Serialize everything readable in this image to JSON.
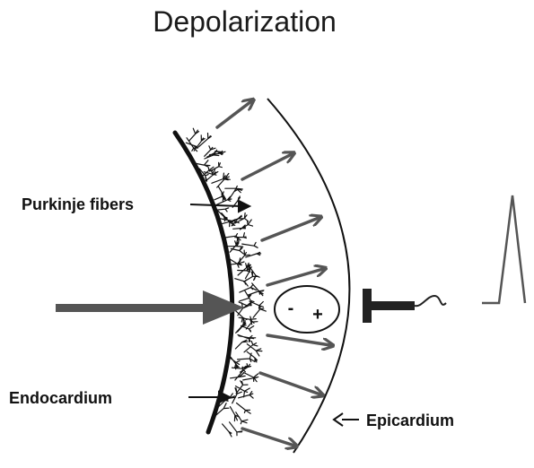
{
  "title": "Depolarization",
  "labels": {
    "purkinje": "Purkinje fibers",
    "endocardium": "Endocardium",
    "epicardium": "Epicardium"
  },
  "dipole": {
    "negative": "-",
    "positive": "+"
  },
  "colors": {
    "arrow": "#555555",
    "line": "#111111",
    "electrode": "#222222"
  }
}
